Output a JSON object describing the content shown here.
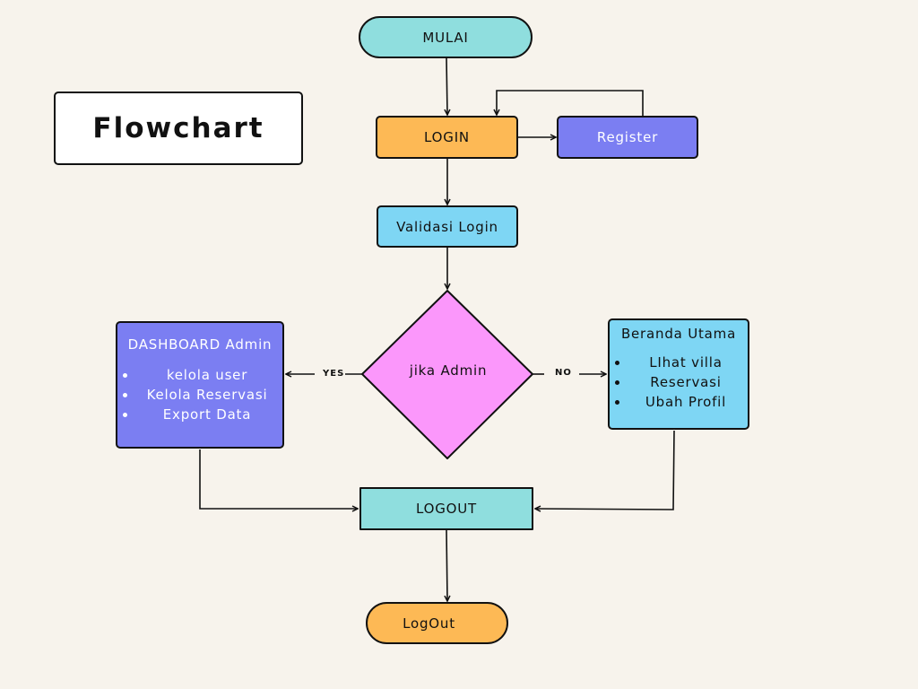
{
  "title": "Flowchart",
  "nodes": {
    "mulai": "MULAI",
    "login": "LOGIN",
    "register": "Register",
    "validasi": "Validasi Login",
    "decision": "jika Admin",
    "logout_process": "LOGOUT",
    "logout_end": "LogOut"
  },
  "dashboard": {
    "heading": "DASHBOARD Admin",
    "items": [
      "kelola user",
      "Kelola Reservasi",
      "Export Data"
    ]
  },
  "beranda": {
    "heading": "Beranda Utama",
    "items": [
      "LIhat villa",
      "Reservasi",
      "Ubah Profil"
    ]
  },
  "edges": {
    "yes": "YES",
    "no": "NO"
  },
  "colors": {
    "background": "#f7f3ec",
    "start_node": "#8fdede",
    "login_node": "#fdb955",
    "register_node": "#7b7ef2",
    "validasi_node": "#7ed6f4",
    "decision_node": "#fb97fb",
    "dashboard_node": "#7b7ef2",
    "beranda_node": "#7ed6f4",
    "logout_node": "#8fdede",
    "end_node": "#fdb955"
  }
}
